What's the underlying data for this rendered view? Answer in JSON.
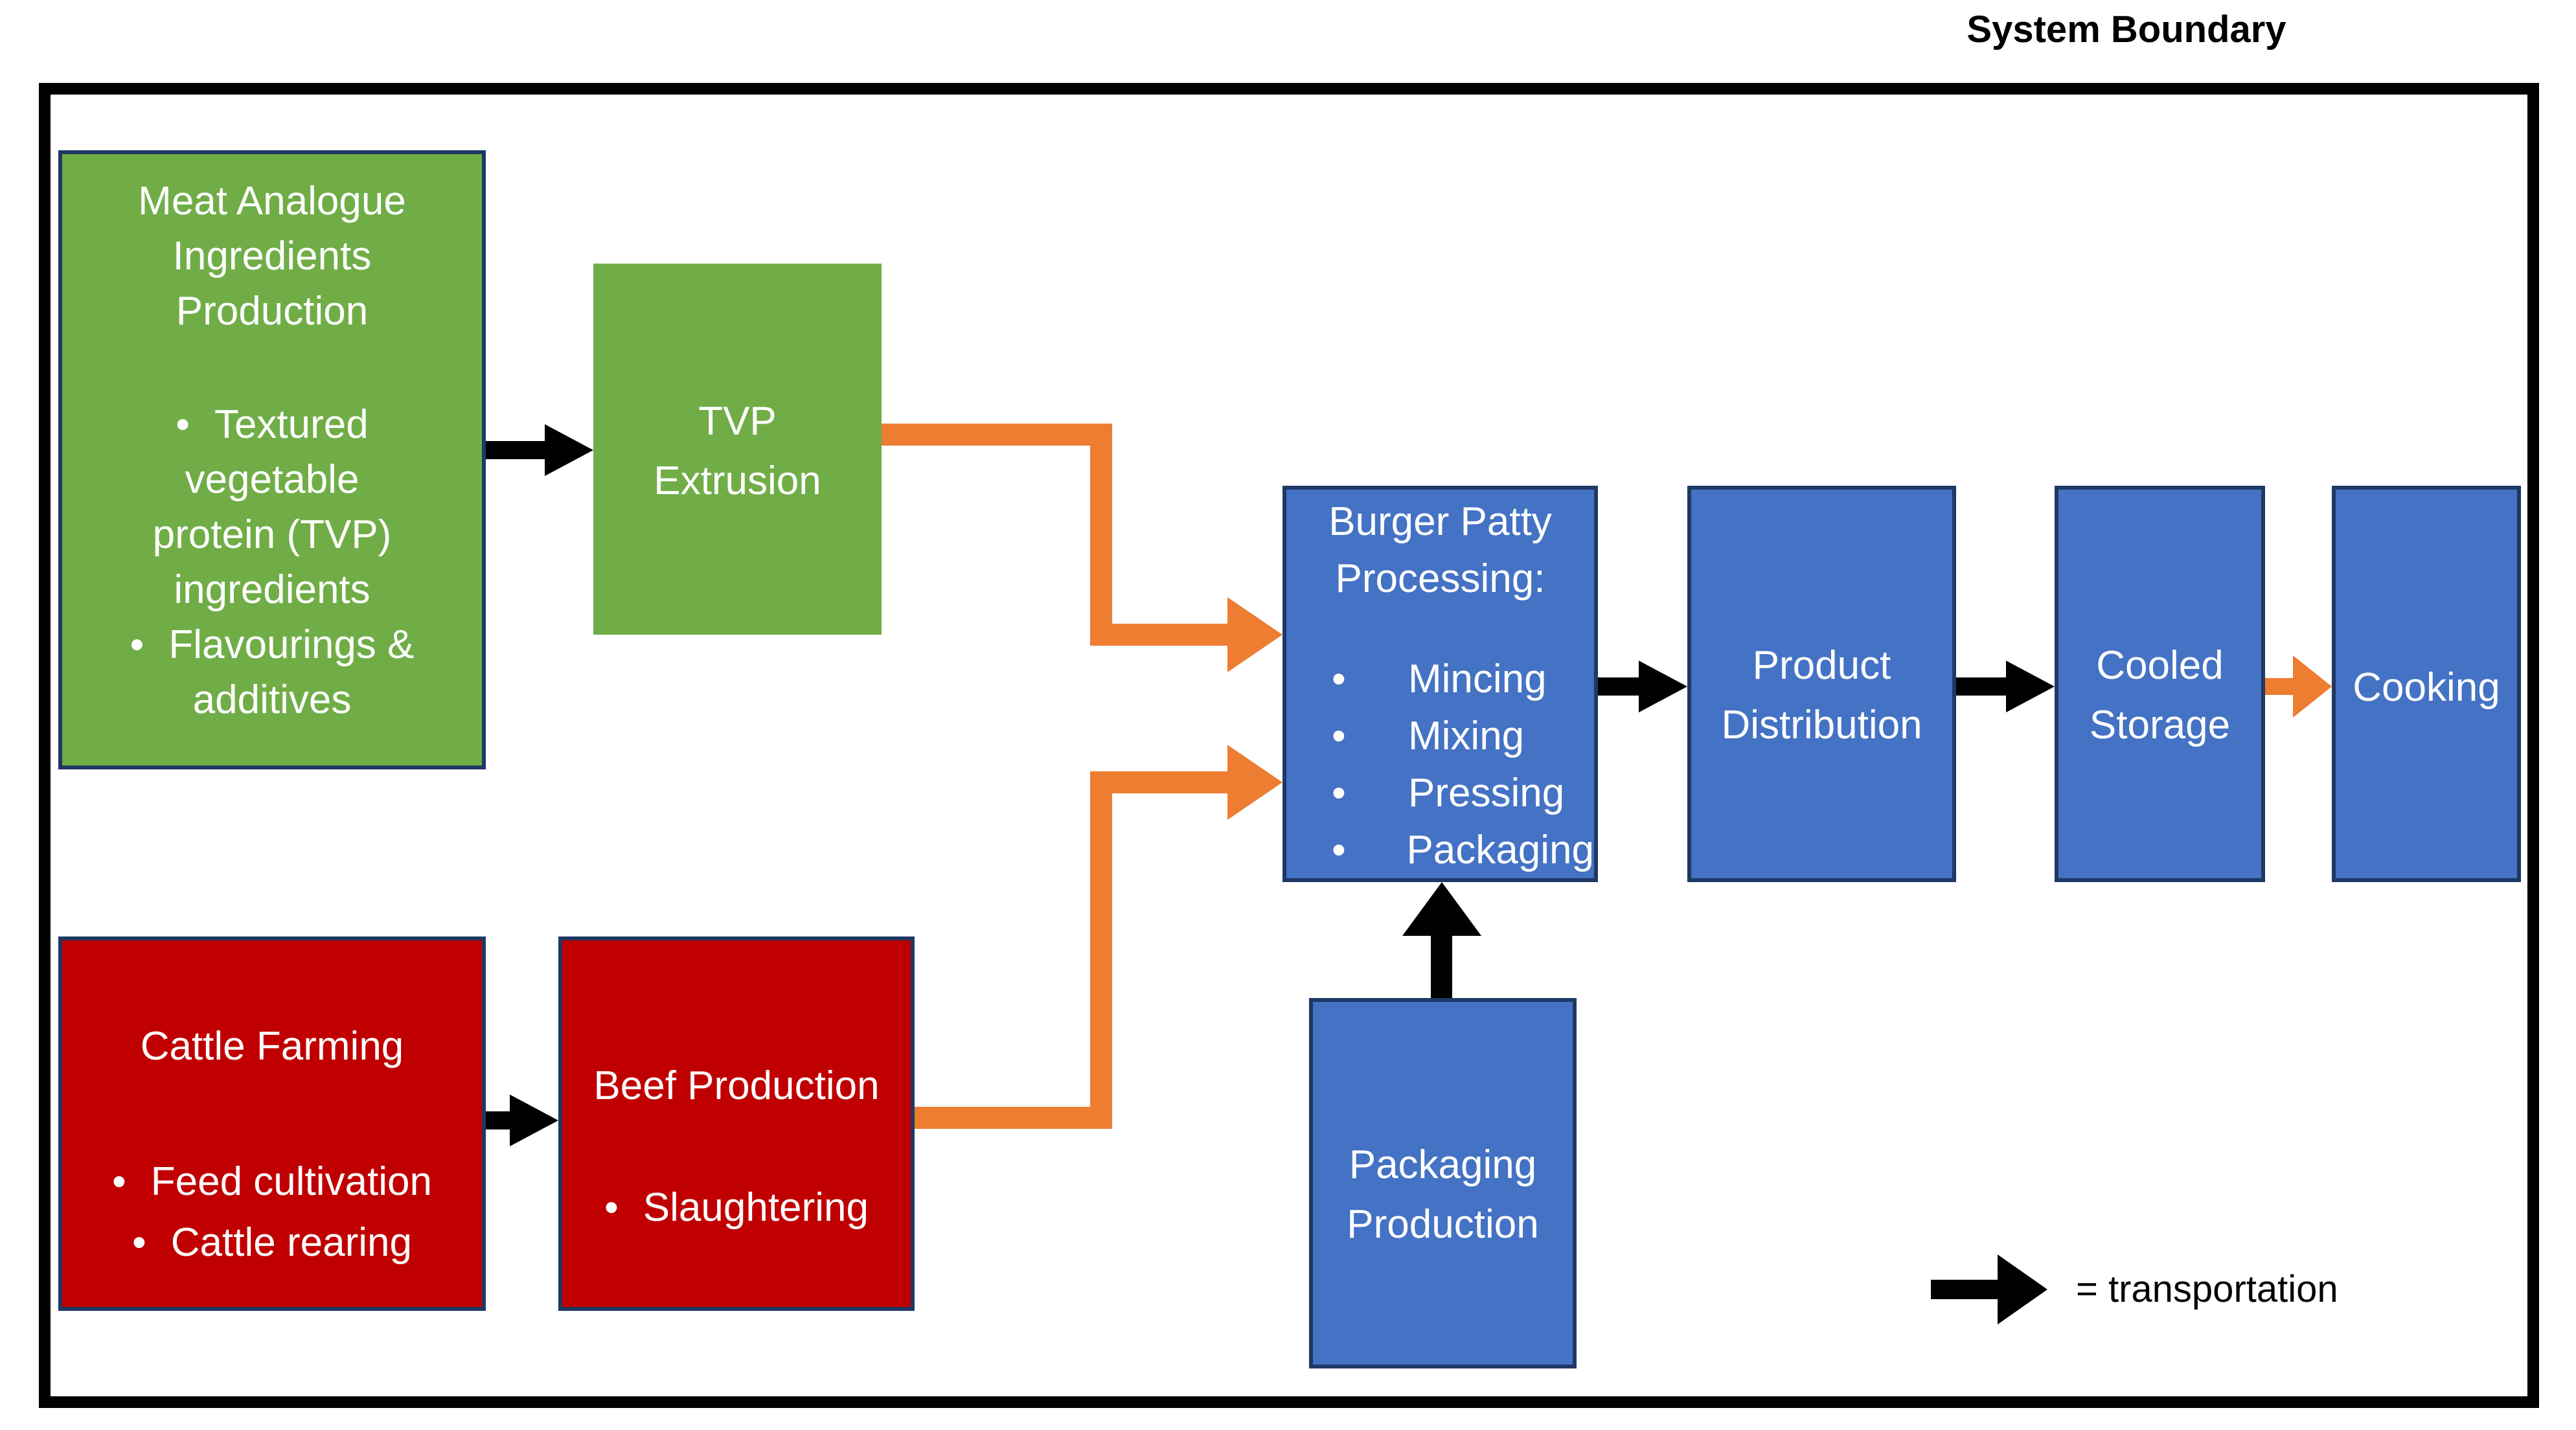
{
  "title": "System Boundary",
  "legend": {
    "text": "= transportation"
  },
  "colors": {
    "green": "#70AD47",
    "red": "#C00000",
    "blue": "#4472C4",
    "orange": "#ED7D31",
    "navy": "#1F3864",
    "black": "#000000",
    "white": "#FFFFFF"
  },
  "boxes": {
    "meat_analogue": {
      "label": [
        "Meat Analogue",
        "Ingredients",
        "Production"
      ],
      "items": [
        [
          "Textured",
          "vegetable",
          "protein (TVP)",
          "ingredients"
        ],
        [
          "Flavourings &",
          "additives"
        ]
      ]
    },
    "tvp_extrusion": {
      "label": [
        "TVP",
        "Extrusion"
      ],
      "items": []
    },
    "cattle_farming": {
      "label": [
        "Cattle Farming"
      ],
      "items": [
        [
          "Feed cultivation"
        ],
        [
          "Cattle rearing"
        ]
      ]
    },
    "beef_production": {
      "label": [
        "Beef Production"
      ],
      "items": [
        [
          "Slaughtering"
        ]
      ]
    },
    "burger_patty": {
      "label": [
        "Burger Patty",
        "Processing:"
      ],
      "items": [
        [
          "Mincing"
        ],
        [
          "Mixing"
        ],
        [
          "Pressing"
        ],
        [
          "Packaging"
        ]
      ]
    },
    "product_distribution": {
      "label": [
        "Product",
        "Distribution"
      ],
      "items": []
    },
    "cooled_storage": {
      "label": [
        "Cooled",
        "Storage"
      ],
      "items": []
    },
    "cooking": {
      "label": [
        "Cooking"
      ],
      "items": []
    },
    "packaging_production": {
      "label": [
        "Packaging",
        "Production"
      ],
      "items": []
    }
  },
  "flows": [
    {
      "from": "Meat Analogue Ingredients Production",
      "to": "TVP Extrusion",
      "type": "transportation"
    },
    {
      "from": "TVP Extrusion",
      "to": "Burger Patty Processing",
      "type": "flow"
    },
    {
      "from": "Cattle Farming",
      "to": "Beef Production",
      "type": "transportation"
    },
    {
      "from": "Beef Production",
      "to": "Burger Patty Processing",
      "type": "flow"
    },
    {
      "from": "Packaging Production",
      "to": "Burger Patty Processing",
      "type": "transportation"
    },
    {
      "from": "Burger Patty Processing",
      "to": "Product Distribution",
      "type": "transportation"
    },
    {
      "from": "Product Distribution",
      "to": "Cooled Storage",
      "type": "transportation"
    },
    {
      "from": "Cooled Storage",
      "to": "Cooking",
      "type": "flow"
    }
  ]
}
